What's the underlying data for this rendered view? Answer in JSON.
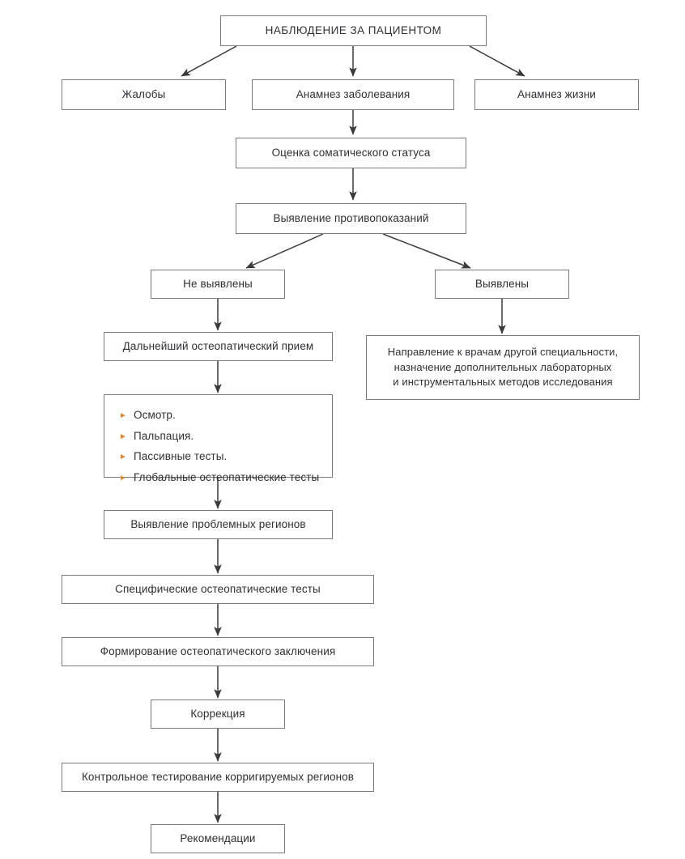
{
  "diagram": {
    "title": "НАБЛЮДЕНИЕ ЗА ПАЦИЕНТОМ",
    "language": "ru",
    "background_color": "#ffffff",
    "box_border_color": "#7b7b7b",
    "text_color": "#2e3033",
    "bullet_color": "#d98a3a",
    "nodes": {
      "root": "НАБЛЮДЕНИЕ ЗА ПАЦИЕНТОМ",
      "complaints": "Жалобы",
      "disease_history": "Анамнез заболевания",
      "life_history": "Анамнез жизни",
      "somatic_status": "Оценка соматического статуса",
      "contraindications": "Выявление противопоказаний",
      "not_detected": "Не выявлены",
      "detected": "Выявлены",
      "further_reception": "Дальнейший остеопатический прием",
      "referral_line1": "Направление к врачам другой специальности,",
      "referral_line2": "назначение дополнительных лабораторных",
      "referral_line3": "и инструментальных методов исследования",
      "problem_regions": "Выявление проблемных регионов",
      "specific_tests": "Специфические остеопатические тесты",
      "conclusion": "Формирование остеопатического заключения",
      "correction": "Коррекция",
      "control_testing": "Контрольное тестирование корригируемых регионов",
      "recommendations": "Рекомендации"
    },
    "exam_list": {
      "items": [
        "Осмотр.",
        "Пальпация.",
        "Пассивные тесты.",
        "Глобальные остеопатические тесты"
      ],
      "bullet_glyph": "►"
    }
  }
}
